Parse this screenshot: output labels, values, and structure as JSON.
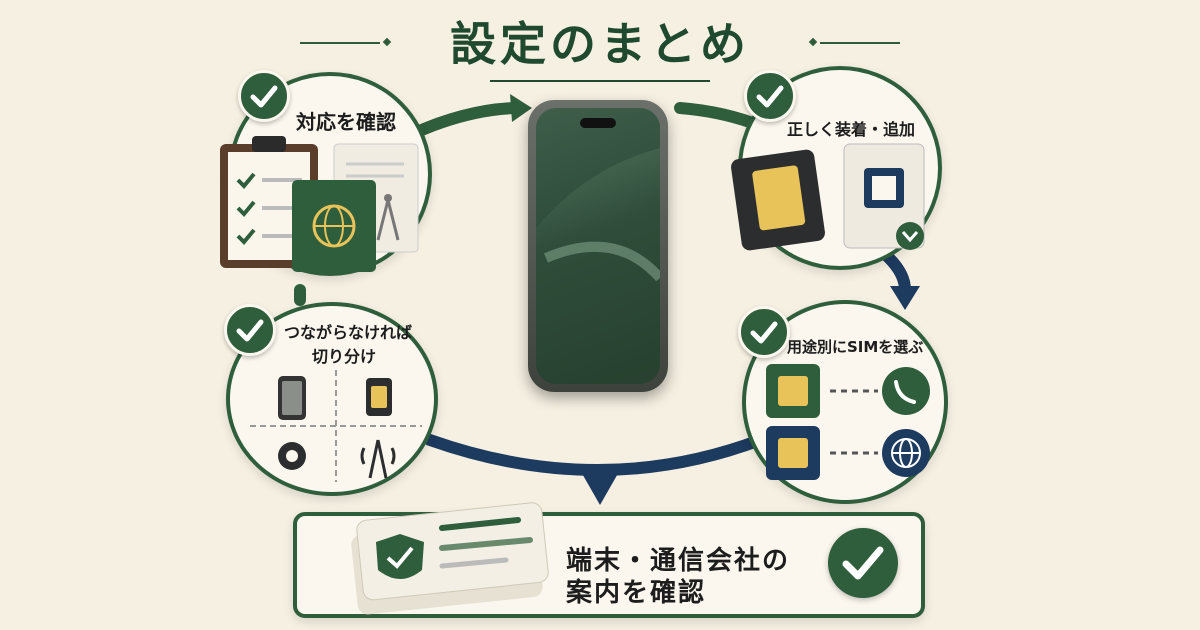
{
  "title": "設定のまとめ",
  "steps": {
    "check_compat": {
      "label": "対応を確認"
    },
    "install": {
      "label": "正しく装着・追加"
    },
    "troubleshoot": {
      "line1": "つながらなければ",
      "line2": "切り分け"
    },
    "choose_sim": {
      "label": "用途別にSIMを選ぶ"
    },
    "confirm": {
      "line1": "端末・通信会社の",
      "line2": "案内を確認"
    }
  },
  "colors": {
    "primary_green": "#2f5e3c",
    "navy": "#1d3a5f",
    "background": "#f6f0e2",
    "sim_gold": "#e8c35a"
  },
  "icons": [
    "check-icon",
    "clipboard-icon",
    "passport-icon",
    "globe-icon",
    "antenna-icon",
    "smartphone-icon",
    "sim-tray-icon",
    "esim-icon",
    "download-arrow-icon",
    "sim-card-icon",
    "gear-icon",
    "phone-call-icon",
    "shield-check-icon"
  ]
}
